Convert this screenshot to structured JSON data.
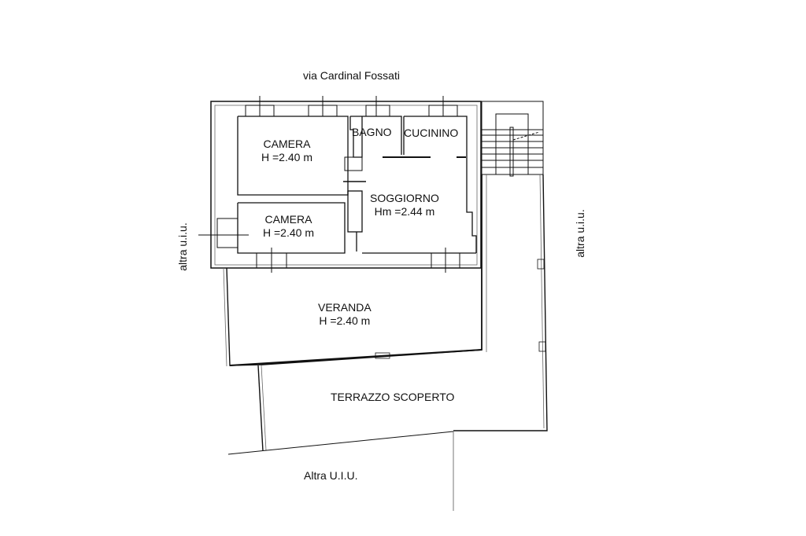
{
  "plan": {
    "street_label": "via Cardinal Fossati",
    "neighbor_left": "altra u.i.u.",
    "neighbor_right": "altra u.i.u.",
    "neighbor_bottom": "Altra U.I.U.",
    "rooms": [
      {
        "id": "camera-1",
        "name": "CAMERA",
        "height": "H =2.40 m"
      },
      {
        "id": "camera-2",
        "name": "CAMERA",
        "height": "H =2.40 m"
      },
      {
        "id": "bagno",
        "name": "BAGNO"
      },
      {
        "id": "cucinino",
        "name": "CUCININO"
      },
      {
        "id": "soggiorno",
        "name": "SOGGIORNO",
        "height": "Hm =2.44 m"
      },
      {
        "id": "veranda",
        "name": "VERANDA",
        "height": "H =2.40 m"
      },
      {
        "id": "terrazzo",
        "name": "TERRAZZO SCOPERTO"
      }
    ],
    "colors": {
      "line": "#111111",
      "thin_line": "#555555",
      "background": "#ffffff"
    }
  }
}
